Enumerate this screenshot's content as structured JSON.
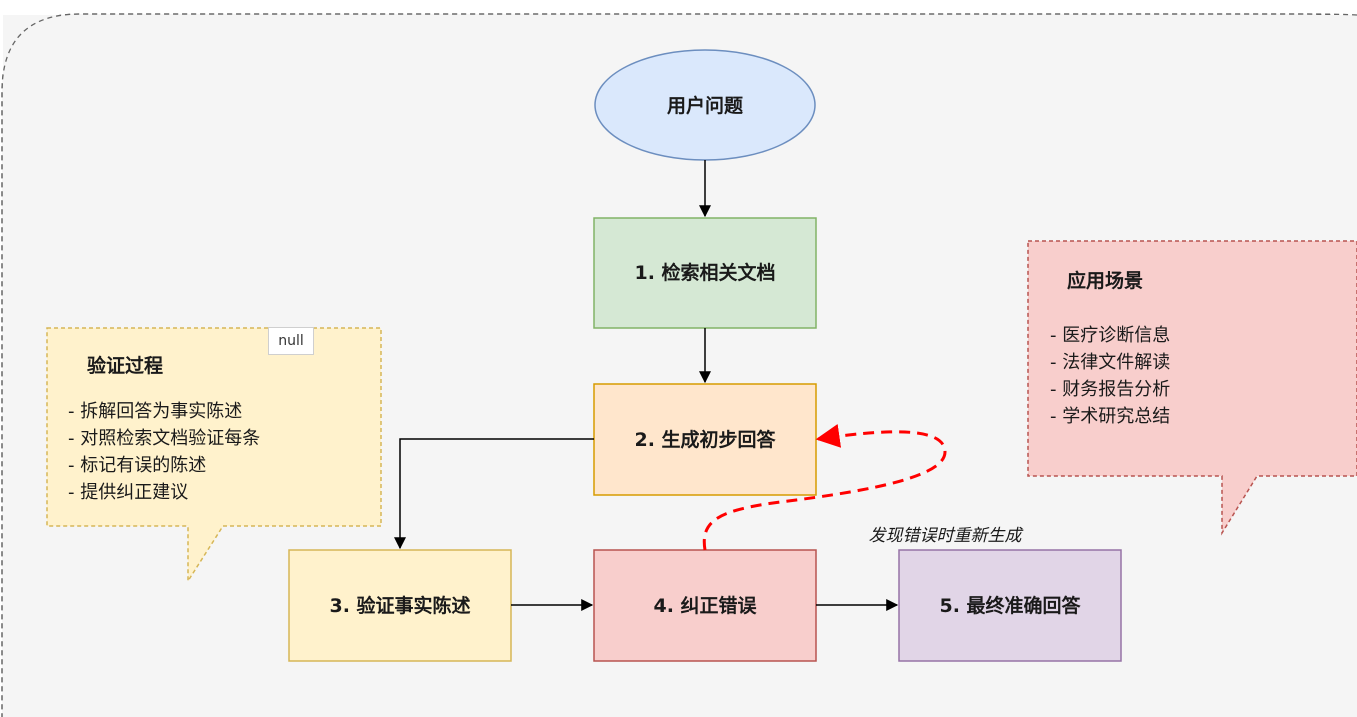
{
  "nodes": {
    "user_question": "用户问题",
    "step1": "1. 检索相关文档",
    "step2": "2. 生成初步回答",
    "step3": "3. 验证事实陈述",
    "step4": "4. 纠正错误",
    "step5": "5. 最终准确回答"
  },
  "feedback_label": "发现错误时重新生成",
  "verification_note": {
    "title": "验证过程",
    "lines": [
      "- 拆解回答为事实陈述",
      "- 对照检索文档验证每条",
      "- 标记有误的陈述",
      "- 提供纠正建议"
    ]
  },
  "application_note": {
    "title": "应用场景",
    "lines": [
      "- 医疗诊断信息",
      "- 法律文件解读",
      "- 财务报告分析",
      "- 学术研究总结"
    ]
  },
  "null_tag": "null",
  "colors": {
    "ellipse_fill": "#dae8fc",
    "ellipse_stroke": "#6c8ebf",
    "step1_fill": "#d5e8d4",
    "step1_stroke": "#82b366",
    "step2_fill": "#ffe6cc",
    "step2_stroke": "#d79b00",
    "step3_fill": "#fff2cc",
    "step3_stroke": "#d6b656",
    "step4_fill": "#f8cecc",
    "step4_stroke": "#b85450",
    "step5_fill": "#e1d5e7",
    "step5_stroke": "#9673a6",
    "feedback_arrow": "#ff0000"
  }
}
